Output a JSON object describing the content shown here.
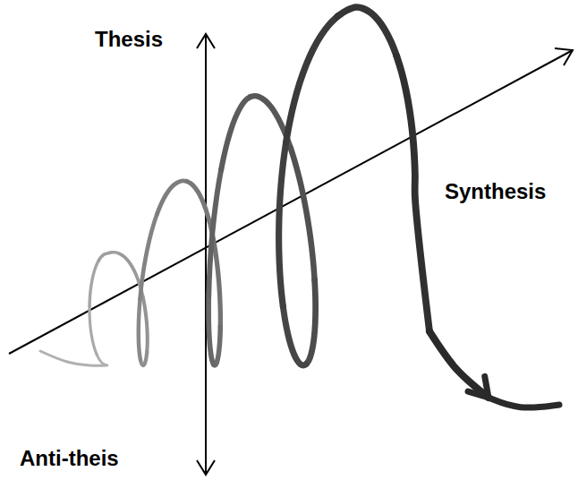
{
  "diagram": {
    "labels": [
      "Thesis",
      "Synthesis",
      "Anti-theis"
    ]
  }
}
